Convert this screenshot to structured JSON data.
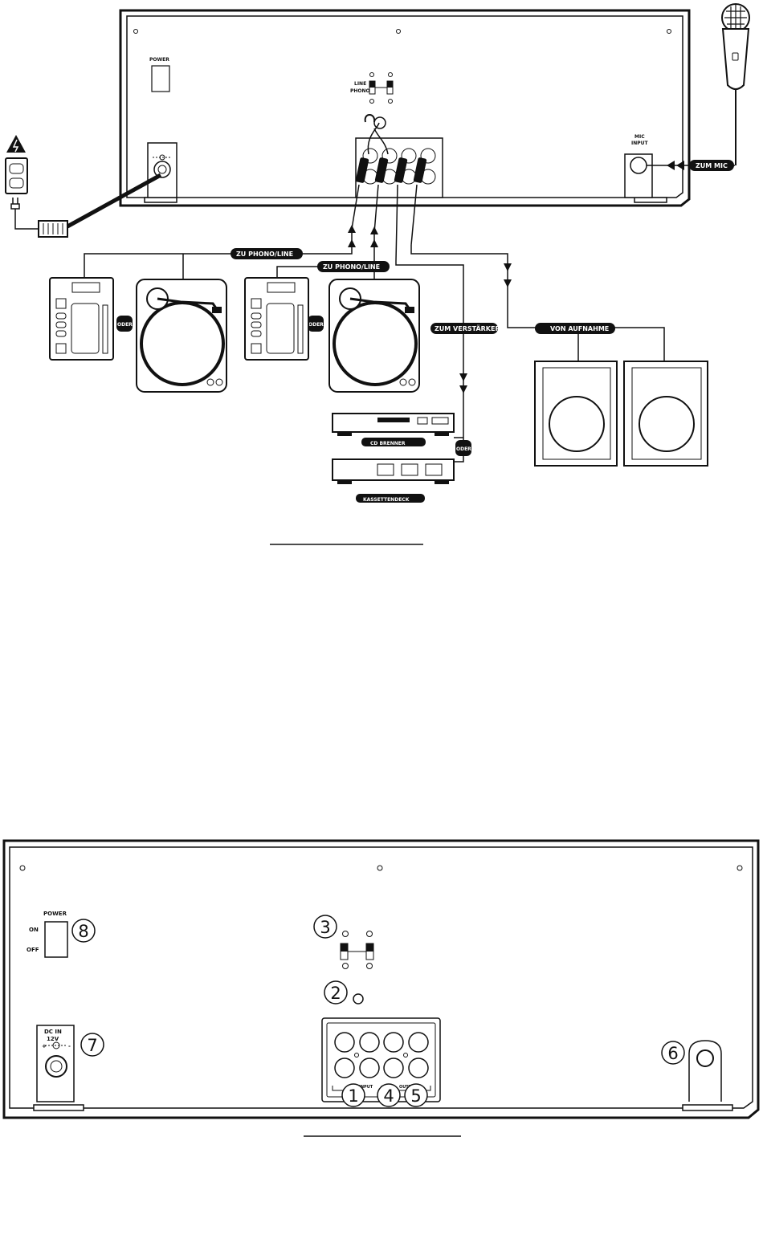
{
  "diagram1": {
    "labels": {
      "power": "POWER",
      "line": "LINE",
      "phono": "PHONO",
      "mic_input_1": "MIC",
      "mic_input_2": "INPUT",
      "zum_mic": "ZUM MIC",
      "zu_phono_line_a": "ZU PHONO/LINE",
      "zu_phono_line_b": "ZU PHONO/LINE",
      "oder_1": "ODER",
      "oder_2": "ODER",
      "oder_3": "ODER",
      "zum_verstarker": "ZUM VERSTÄRKER",
      "von_aufnahme": "VON AUFNAHME",
      "cd_brenner": "CD BRENNER",
      "kassettendeck": "KASSETTENDECK"
    }
  },
  "diagram2": {
    "labels": {
      "power": "POWER",
      "on": "ON",
      "off": "OFF",
      "dc_in": "DC  IN",
      "voltage": "12V",
      "input": "INPUT",
      "output": "OUTPUT"
    },
    "callouts": [
      "1",
      "2",
      "3",
      "4",
      "5",
      "6",
      "7",
      "8"
    ]
  },
  "colors": {
    "ink": "#111111",
    "paper": "#ffffff"
  }
}
